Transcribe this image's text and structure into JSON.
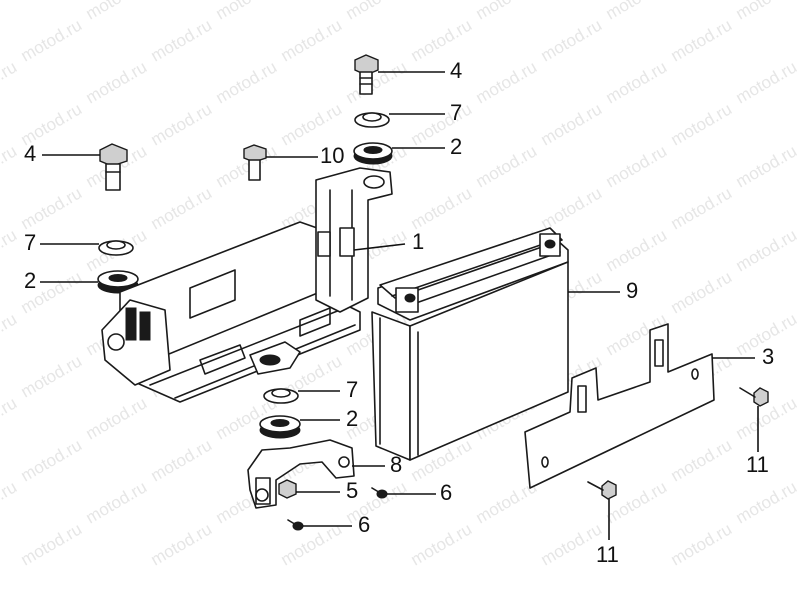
{
  "watermark": "motod.ru",
  "callouts": {
    "c4a": "4",
    "c7a": "7",
    "c2a": "2",
    "c10": "10",
    "c4b": "4",
    "c1": "1",
    "c7b": "7",
    "c2b": "2",
    "c9": "9",
    "c3": "3",
    "c7c": "7",
    "c2c": "2",
    "c8": "8",
    "c5": "5",
    "c6a": "6",
    "c6b": "6",
    "c11a": "11",
    "c11b": "11"
  }
}
